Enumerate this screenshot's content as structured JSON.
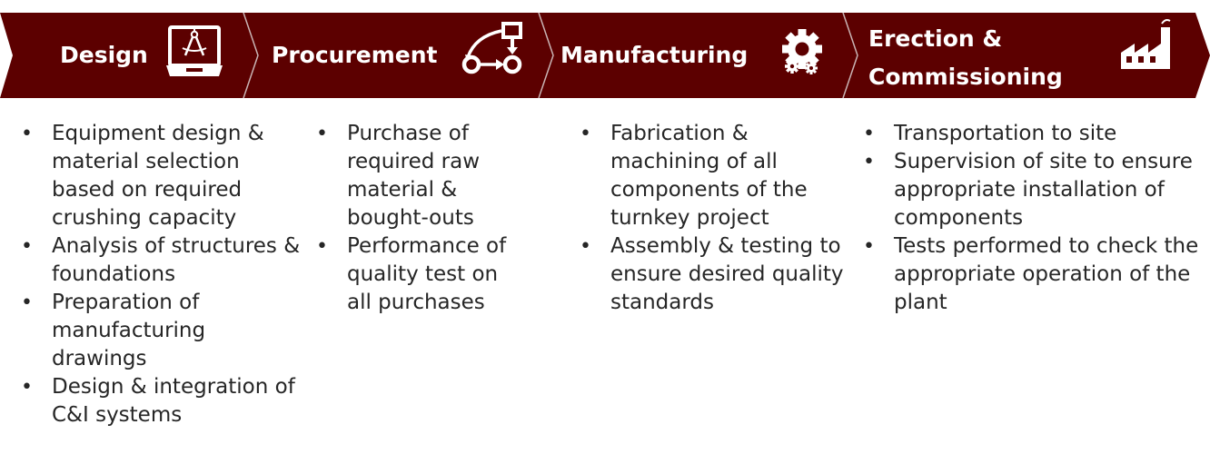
{
  "colors": {
    "banner": "#5c0000",
    "banner_dark": "#4a0000",
    "banner_divider": "#c9b4b4",
    "title_text": "#ffffff",
    "body_text": "#262626"
  },
  "stages": [
    {
      "title": "Design",
      "icon": "laptop-drafting-compass-icon",
      "bullets": [
        "Equipment design & material selection based on required crushing capacity",
        "Analysis of structures & foundations",
        "Preparation of manufacturing drawings",
        "Design & integration of C&I systems"
      ]
    },
    {
      "title": "Procurement",
      "icon": "workflow-nodes-icon",
      "bullets": [
        "Purchase of required raw material & bought-outs",
        "Performance of quality test on all purchases"
      ]
    },
    {
      "title": "Manufacturing",
      "icon": "gears-icon",
      "bullets": [
        "Fabrication & machining of all components of the turnkey project",
        "Assembly & testing to ensure desired quality standards"
      ]
    },
    {
      "title": "Erection & Commissioning",
      "icon": "factory-icon",
      "bullets": [
        "Transportation to site",
        "Supervision of site to ensure appropriate installation of components",
        "Tests performed to check the appropriate operation of the plant"
      ]
    }
  ]
}
